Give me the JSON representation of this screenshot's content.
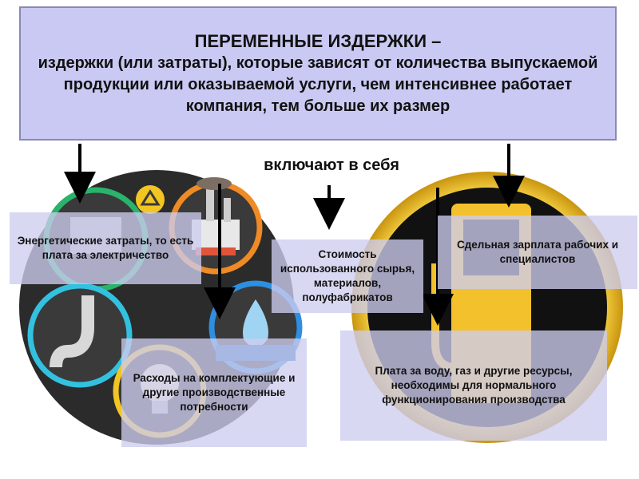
{
  "title": {
    "heading": "ПЕРЕМЕННЫЕ ИЗДЕРЖКИ –",
    "definition": "издержки (или затраты), которые зависят от количества выпускаемой продукции или оказываемой услуги, чем интенсивнее работает компания, тем больше их размер"
  },
  "includes_label": "включают в себя",
  "items": {
    "energy": "Энергетические затраты, то есть плата за электричество",
    "raw_materials": "Стоимость использованного сырья, материалов, полуфабрикатов",
    "wages": "Сдельная зарплата рабочих и специалистов",
    "components": "Расходы на комплектующие и другие производственные потребности",
    "utilities": "Плата за воду, газ и другие ресурсы, необходимы для нормального функционирования производства"
  },
  "colors": {
    "title_bg": "#c9c9f3",
    "label_bg": "#cdcdf0",
    "left_circle": "#2b2b2b",
    "right_circle_ring": "#e6b81c",
    "arrow": "#000000"
  },
  "icons": [
    "recycle-icon",
    "factory-icon",
    "pipe-icon",
    "water-drop-icon",
    "light-bulb-icon",
    "fuel-pump-icon"
  ]
}
